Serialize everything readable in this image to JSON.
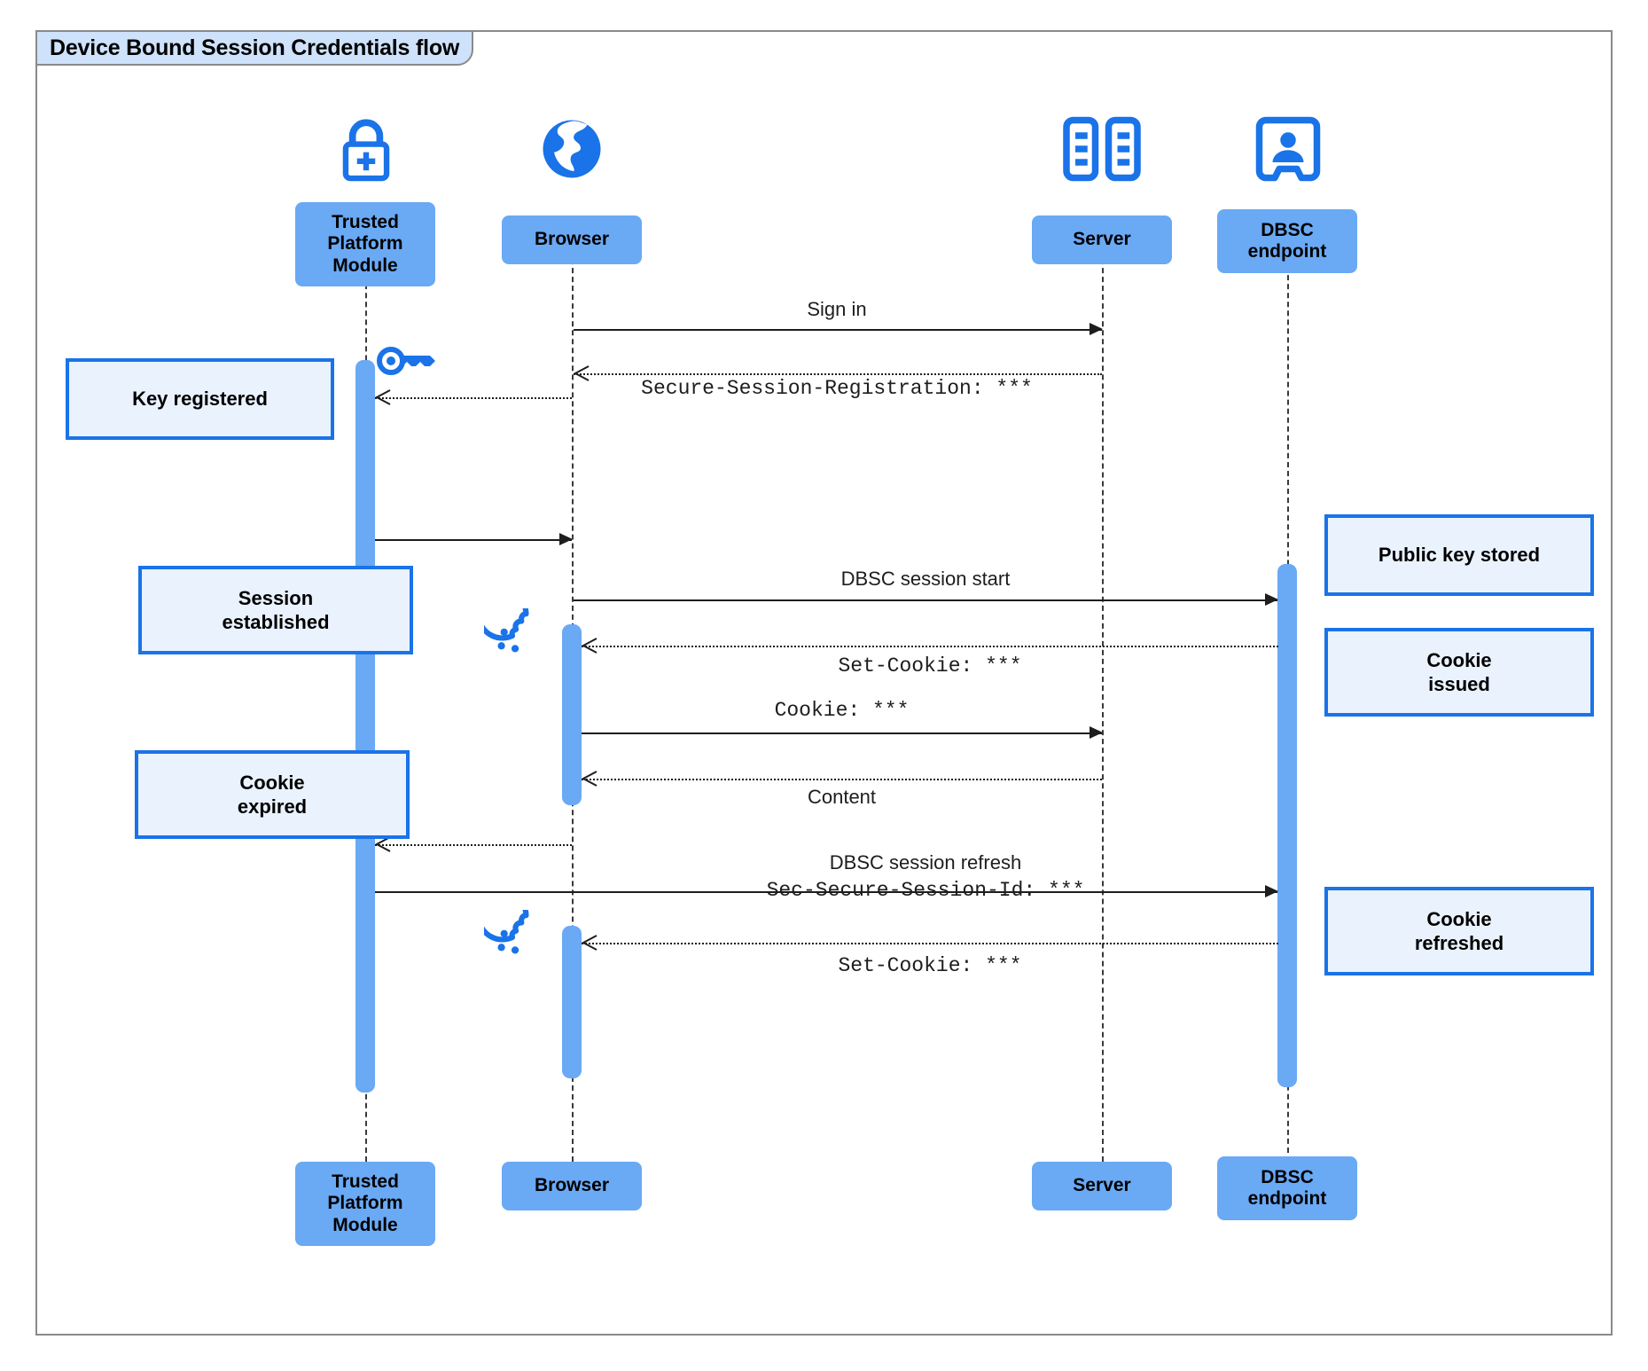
{
  "diagram": {
    "type": "sequence-diagram",
    "title": "Device Bound Session Credentials flow",
    "colors": {
      "participant_fill": "#6aa9f4",
      "note_fill": "#eaf2fe",
      "note_border": "#1a73e8",
      "icon_blue": "#1a73e8",
      "activation_fill": "#6aa9f4",
      "frame_border": "#8a8a8a",
      "title_tab_fill": "#cfe2fb",
      "line": "#1d1d1d"
    }
  },
  "participants": [
    {
      "id": "tpm",
      "label": "Trusted\nPlatform\nModule",
      "icon": "lock-plus-icon"
    },
    {
      "id": "browser",
      "label": "Browser",
      "icon": "globe-icon"
    },
    {
      "id": "server",
      "label": "Server",
      "icon": "server-rack-icon"
    },
    {
      "id": "dbsc",
      "label": "DBSC\nendpoint",
      "icon": "id-badge-icon"
    }
  ],
  "footers": [
    {
      "id": "tpm",
      "label": "Trusted\nPlatform\nModule"
    },
    {
      "id": "browser",
      "label": "Browser"
    },
    {
      "id": "server",
      "label": "Server"
    },
    {
      "id": "dbsc",
      "label": "DBSC\nendpoint"
    }
  ],
  "messages": [
    {
      "id": "m1",
      "label": "Sign in",
      "style": "sans",
      "line": "solid",
      "from": "browser",
      "to": "server"
    },
    {
      "id": "m2",
      "label": "Secure-Session-Registration: ***",
      "style": "mono",
      "line": "dotted",
      "from": "server",
      "to": "browser"
    },
    {
      "id": "m3",
      "label": "",
      "style": "sans",
      "line": "dotted",
      "from": "browser",
      "to": "tpm"
    },
    {
      "id": "m4",
      "label": "",
      "style": "sans",
      "line": "solid",
      "from": "tpm",
      "to": "browser"
    },
    {
      "id": "m5",
      "label": "DBSC session start",
      "style": "sans",
      "line": "solid",
      "from": "browser",
      "to": "dbsc"
    },
    {
      "id": "m6",
      "label": "Set-Cookie: ***",
      "style": "mono",
      "line": "dotted",
      "from": "dbsc",
      "to": "browser"
    },
    {
      "id": "m7",
      "label": "Cookie: ***",
      "style": "mono",
      "line": "solid",
      "from": "browser",
      "to": "server"
    },
    {
      "id": "m8",
      "label": "Content",
      "style": "sans",
      "line": "dotted",
      "from": "server",
      "to": "browser"
    },
    {
      "id": "m9",
      "label": "DBSC session refresh",
      "style": "sans",
      "line": "dotted",
      "from": "browser",
      "to": "tpm"
    },
    {
      "id": "m10",
      "label": "Sec-Secure-Session-Id: ***",
      "style": "mono",
      "line": "solid",
      "from": "tpm",
      "to": "dbsc"
    },
    {
      "id": "m11",
      "label": "Set-Cookie: ***",
      "style": "mono",
      "line": "dotted",
      "from": "dbsc",
      "to": "browser"
    }
  ],
  "notes": [
    {
      "id": "n1",
      "label": "Key registered",
      "side": "left",
      "target": "tpm"
    },
    {
      "id": "n2",
      "label": "Session\nestablished",
      "side": "left",
      "target": "tpm"
    },
    {
      "id": "n3",
      "label": "Cookie\nexpired",
      "side": "left",
      "target": "tpm"
    },
    {
      "id": "n4",
      "label": "Public key stored",
      "side": "right",
      "target": "dbsc"
    },
    {
      "id": "n5",
      "label": "Cookie\nissued",
      "side": "right",
      "target": "dbsc"
    },
    {
      "id": "n6",
      "label": "Cookie\nrefreshed",
      "side": "right",
      "target": "dbsc"
    }
  ],
  "decorations": [
    {
      "id": "d1",
      "icon": "key-icon",
      "near": "tpm"
    },
    {
      "id": "d2",
      "icon": "cookie-icon",
      "near": "browser"
    },
    {
      "id": "d3",
      "icon": "cookie-icon",
      "near": "browser"
    }
  ]
}
